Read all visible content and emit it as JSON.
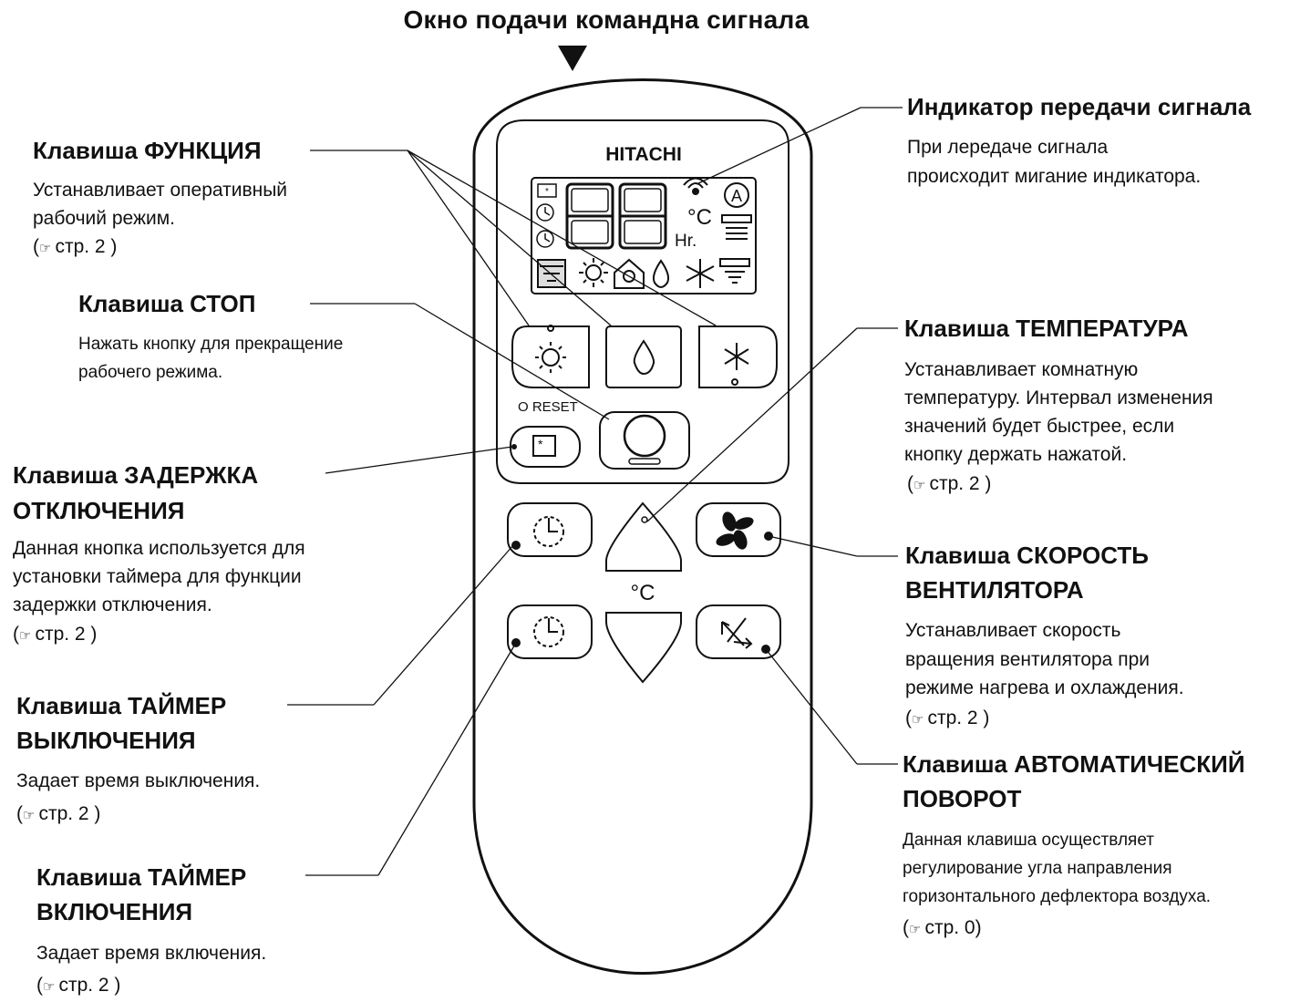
{
  "window_title": "Окно подачи командна сигнала",
  "brand": "HITACHI",
  "remote": {
    "lcd_digits": "88",
    "lcd_unit_celsius": "°C",
    "lcd_unit_hours": "Hr.",
    "lcd_auto_mark": "A",
    "reset_label": "O RESET",
    "temp_button_label": "°C"
  },
  "callouts": {
    "function": {
      "title": "Клавиша ФУНКЦИЯ",
      "desc": [
        "Устанавливает оперативный",
        "рабочий режим."
      ],
      "ref": "стр. 2 )",
      "ref_open": "("
    },
    "stop": {
      "title": "Клавиша СТОП",
      "desc": [
        "Нажать кнопку для прекращение",
        "рабочего режима."
      ]
    },
    "sleep": {
      "title": [
        "Клавиша ЗАДЕРЖКА",
        "ОТКЛЮЧЕНИЯ"
      ],
      "desc": [
        "Данная кнопка используется для",
        "установки таймера для функции",
        "задержки отключения."
      ],
      "ref": "стр. 2 )",
      "ref_open": "("
    },
    "off_timer": {
      "title": [
        "Клавиша ТАЙМЕР",
        "ВЫКЛЮЧЕНИЯ"
      ],
      "desc": [
        "Задает время выключения."
      ],
      "ref": "стр. 2 )",
      "ref_open": "("
    },
    "on_timer": {
      "title": [
        "Клавиша ТАЙМЕР",
        "ВКЛЮЧЕНИЯ"
      ],
      "desc": [
        "Задает время включения."
      ],
      "ref": "стр. 2 )",
      "ref_open": "("
    },
    "signal": {
      "title": "Индикатор передачи сигнала",
      "desc": [
        "При лередаче сигнала",
        "происходит мигание индикатора."
      ]
    },
    "temperature": {
      "title": "Клавиша ТЕМПЕРАТУРА",
      "desc": [
        "Устанавливает комнатную",
        "температуру. Интервал изменения",
        "значений будет быстрее, если",
        "кнопку держать нажатой."
      ],
      "ref": "стр. 2 )",
      "ref_open": "("
    },
    "fan": {
      "title": [
        "Клавиша СКОРОСТЬ",
        "ВЕНТИЛЯТОРА"
      ],
      "desc": [
        "Устанавливает скорость",
        "вращения вентилятора при",
        "режиме нагрева и охлаждения."
      ],
      "ref": "стр. 2 )",
      "ref_open": "("
    },
    "swing": {
      "title": [
        "Клавиша АВТОМАТИЧЕСКИЙ",
        "ПОВОРОТ"
      ],
      "desc": [
        "Данная клавиша осуществляет",
        "регулирование угла направления",
        "горизонтального дефлектора воздуха."
      ],
      "ref": "стр.   0)",
      "ref_open": "("
    }
  },
  "colors": {
    "line": "#111111",
    "body": "#ffffff",
    "lcd": "#ffffff"
  },
  "icons": [
    "pointing-hand-icon",
    "sun-icon",
    "drop-icon",
    "snowflake-icon",
    "fan-icon",
    "swing-icon",
    "timer-off-icon",
    "timer-on-icon",
    "sleep-icon",
    "stop-circle-icon",
    "signal-icon"
  ]
}
